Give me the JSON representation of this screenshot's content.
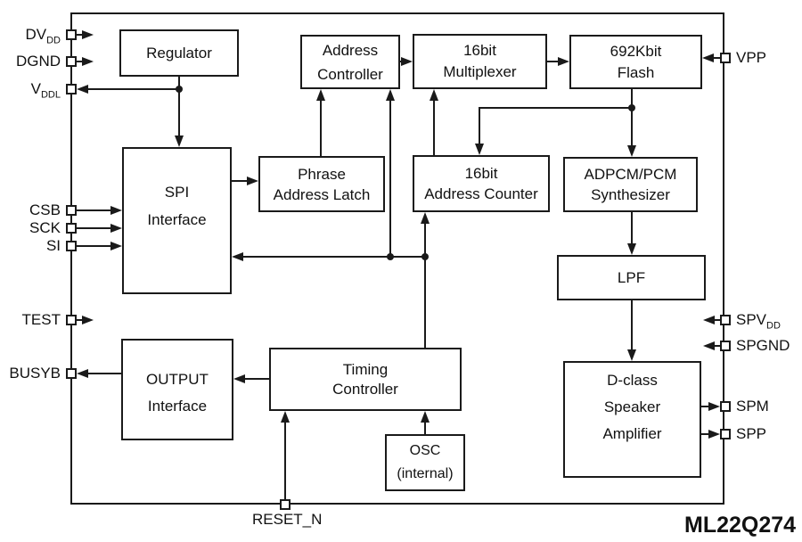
{
  "diagram": {
    "part_number": "ML22Q274",
    "blocks": {
      "regulator": {
        "lines": [
          "Regulator"
        ]
      },
      "address_controller": {
        "lines": [
          "Address",
          "Controller"
        ]
      },
      "multiplexer_16bit": {
        "lines": [
          "16bit",
          "Multiplexer"
        ]
      },
      "flash_692kbit": {
        "lines": [
          "692Kbit",
          "Flash"
        ]
      },
      "spi_interface": {
        "lines": [
          "SPI",
          "Interface"
        ]
      },
      "phrase_address_latch": {
        "lines": [
          "Phrase",
          "Address Latch"
        ]
      },
      "address_counter_16bit": {
        "lines": [
          "16bit",
          "Address Counter"
        ]
      },
      "adpcm_pcm_synthesizer": {
        "lines": [
          "ADPCM/PCM",
          "Synthesizer"
        ]
      },
      "lpf": {
        "lines": [
          "LPF"
        ]
      },
      "output_interface": {
        "lines": [
          "OUTPUT",
          "Interface"
        ]
      },
      "timing_controller": {
        "lines": [
          "Timing",
          "Controller"
        ]
      },
      "osc": {
        "lines": [
          "OSC",
          "(internal)"
        ]
      },
      "d_class_speaker_amplifier": {
        "lines": [
          "D-class",
          "Speaker",
          "Amplifier"
        ]
      }
    },
    "pins": {
      "dvdd": {
        "text": "DV",
        "sub": "DD"
      },
      "dgnd": {
        "text": "DGND"
      },
      "vddl": {
        "text": "V",
        "sub": "DDL"
      },
      "csb": {
        "text": "CSB"
      },
      "sck": {
        "text": "SCK"
      },
      "si": {
        "text": "SI"
      },
      "test": {
        "text": "TEST"
      },
      "busyb": {
        "text": "BUSYB"
      },
      "vpp": {
        "text": "VPP"
      },
      "spvdd": {
        "text": "SPV",
        "sub": "DD"
      },
      "spgnd": {
        "text": "SPGND"
      },
      "spm": {
        "text": "SPM"
      },
      "spp": {
        "text": "SPP"
      },
      "reset_n": {
        "text": "RESET_N"
      }
    }
  }
}
